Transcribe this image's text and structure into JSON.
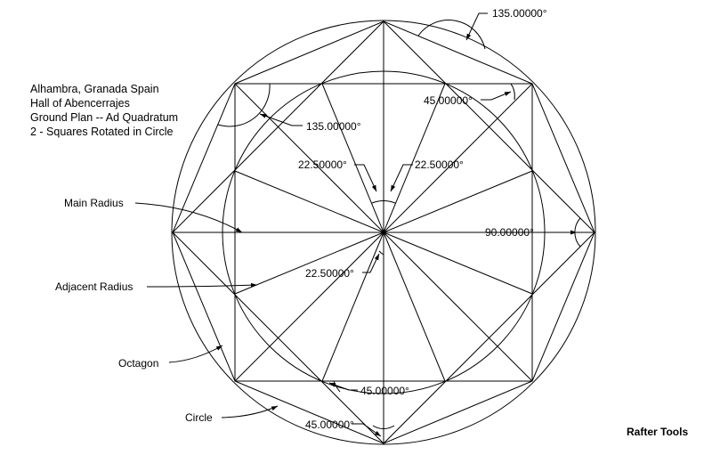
{
  "title_lines": [
    "Alhambra, Granada Spain",
    "Hall of  Abencerrajes",
    "Ground Plan -- Ad Quadratum",
    "2 - Squares Rotated in Circle"
  ],
  "callouts": {
    "main_radius": "Main Radius",
    "adjacent_radius": "Adjacent Radius",
    "octagon": "Octagon",
    "circle": "Circle"
  },
  "angles": {
    "top_right_135": "135.00000°",
    "left_135": "135.00000°",
    "upper_right_45": "45.00000°",
    "center_left_22_5": "22.50000°",
    "center_right_22_5": "22.50000°",
    "right_90": "90.00000°",
    "lower_22_5": "22.50000°",
    "bottom_45": "45.00000°",
    "bottom_center_45": "45.00000°"
  },
  "brand": "Rafter Tools",
  "colors": {
    "stroke": "#000000",
    "background": "#ffffff"
  }
}
